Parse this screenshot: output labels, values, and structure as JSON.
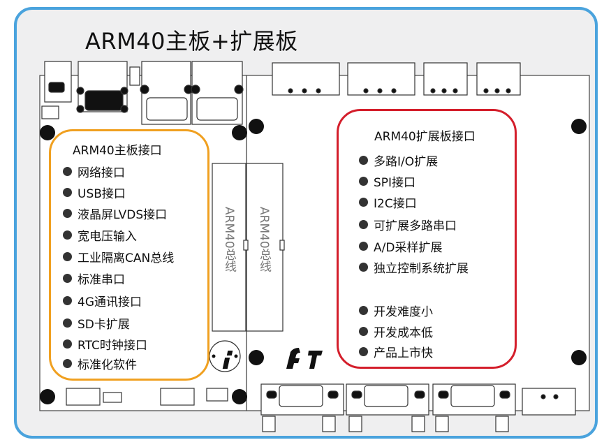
{
  "title": "ARM40主板+扩展板",
  "main_board": {
    "title": "ARM40主板接口",
    "items": [
      "网络接口",
      "USB接口",
      "液晶屏LVDS接口",
      "宽电压输入",
      "工业隔离CAN总线",
      "标准串口",
      "4G通讯接口",
      "SD卡扩展",
      "RTC时钟接口",
      "标准化软件"
    ]
  },
  "expansion_board": {
    "title": "ARM40扩展板接口",
    "items": [
      "多路I/O扩展",
      "SPI接口",
      "I2C接口",
      "可扩展多路串口",
      "A/D采样扩展",
      "独立控制系统扩展"
    ],
    "features": [
      "开发难度小",
      "开发成本低",
      "产品上市快"
    ]
  },
  "bus_labels": [
    "ARM40总线",
    "ARM40总线"
  ],
  "logo_text": "fit",
  "colors": {
    "frame": "#4aa3dd",
    "main_box_border": "#f0a020",
    "expansion_box_border": "#d41e2b"
  }
}
